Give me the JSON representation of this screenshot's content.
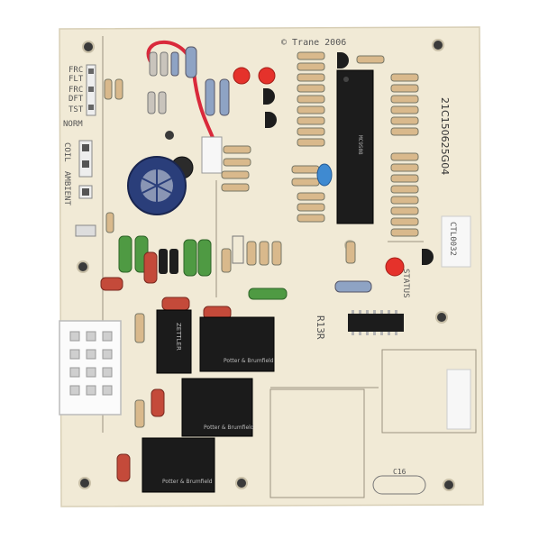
{
  "board": {
    "copyright": "© Trane 2006",
    "part_number": "21C150625G04",
    "side_tag": "CTL0032",
    "mode_labels": [
      "FRC",
      "FLT",
      "FRC",
      "DFT",
      "TST",
      "NORM"
    ],
    "coil_label": "COIL",
    "ambient_label": "AMBIENT",
    "status_label": "STATUS",
    "r13r_label": "R13R",
    "c16_label": "C16",
    "ic_label": "MC9S08",
    "relay_brand": "ZETTLER",
    "relay_label": "Potter & Brumfield"
  },
  "colors": {
    "board": "#f1ead6",
    "silkscreen": "#555555",
    "capacitor": "#2a3e7a",
    "led": "#e5322b",
    "relay": "#1b1b1b",
    "resistor": "#d9b98c"
  }
}
